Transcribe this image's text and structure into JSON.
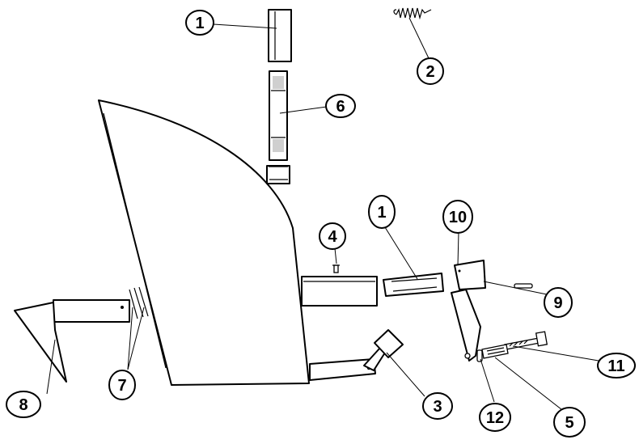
{
  "colors": {
    "ink": "#000000",
    "paper": "#ffffff",
    "shade": "#cfcfcf"
  },
  "callouts": [
    {
      "id": "c1a",
      "label": "1"
    },
    {
      "id": "c2",
      "label": "2"
    },
    {
      "id": "c6",
      "label": "6"
    },
    {
      "id": "c4",
      "label": "4"
    },
    {
      "id": "c1b",
      "label": "1"
    },
    {
      "id": "c10",
      "label": "10"
    },
    {
      "id": "c9",
      "label": "9"
    },
    {
      "id": "c11",
      "label": "11"
    },
    {
      "id": "c7",
      "label": "7"
    },
    {
      "id": "c8",
      "label": "8"
    },
    {
      "id": "c3",
      "label": "3"
    },
    {
      "id": "c12",
      "label": "12"
    },
    {
      "id": "c5",
      "label": "5"
    }
  ]
}
